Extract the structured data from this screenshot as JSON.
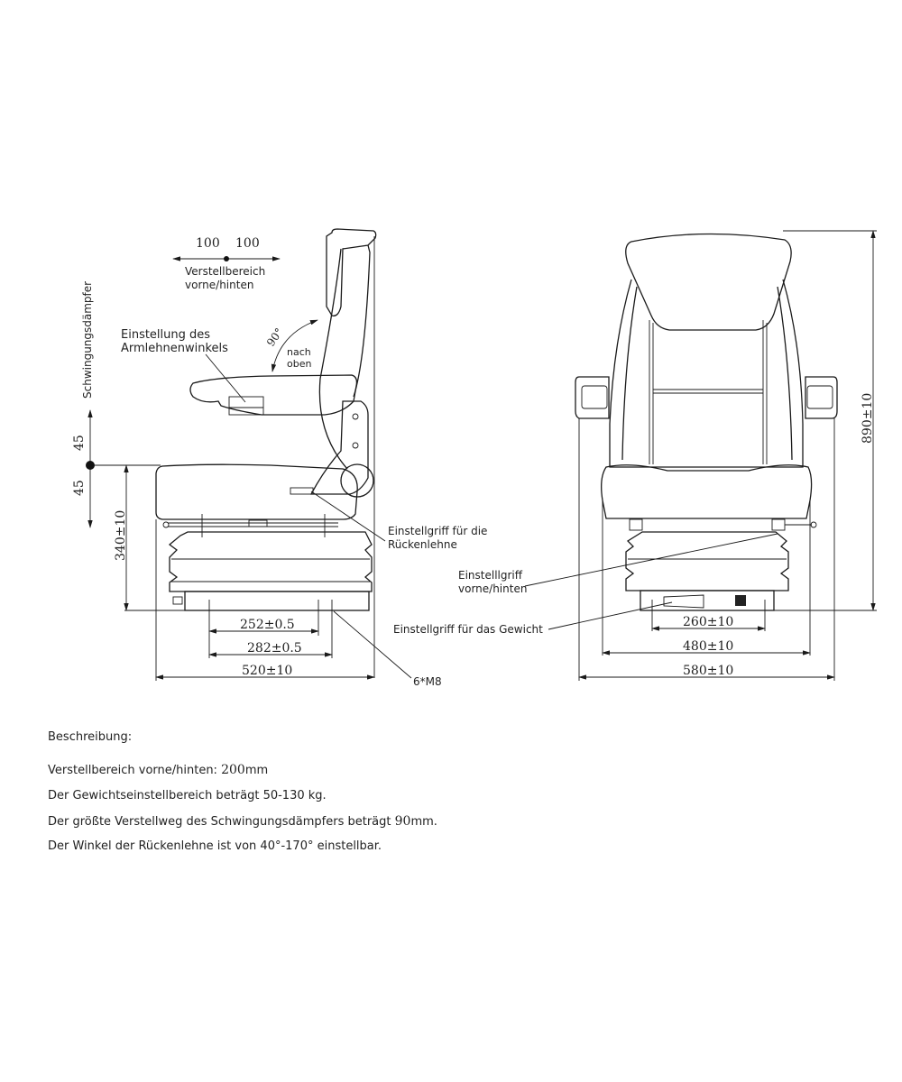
{
  "side_view": {
    "adjust_left": "100",
    "adjust_right": "100",
    "adjust_label_1": "Verstellbereich",
    "adjust_label_2": "vorne/hinten",
    "damper_label": "Schwingungsdämpfer",
    "damper_up": "45",
    "damper_down": "45",
    "armrest_label_1": "Einstellung des",
    "armrest_label_2": "Armlehnenwinkels",
    "angle": "90°",
    "angle_dir_1": "nach",
    "angle_dir_2": "oben",
    "height": "340±10",
    "dim_252": "252±0.5",
    "dim_282": "282±0.5",
    "dim_520": "520±10",
    "bolts": "6*M8",
    "backrest_handle_1": "Einstellgriff für die",
    "backrest_handle_2": "Rückenlehne"
  },
  "front_view": {
    "fore_aft_handle_1": "Einstelllgriff",
    "fore_aft_handle_2": "vorne/hinten",
    "weight_handle": "Einstellgriff für das Gewicht",
    "height": "890±10",
    "dim_260": "260±10",
    "dim_480": "480±10",
    "dim_580": "580±10"
  },
  "description": {
    "heading": "Beschreibung:",
    "line1_prefix": "Verstellbereich vorne/hinten:",
    "line1_value": "200",
    "line1_unit": "mm",
    "line2": "Der Gewichtseinstellbereich beträgt 50-130 kg.",
    "line3_prefix": "Der größte Verstellweg des Schwingungsdämpfers beträgt",
    "line3_value": "90",
    "line3_unit": "mm.",
    "line4": "Der Winkel der Rückenlehne ist von 40°-170° einstellbar."
  }
}
